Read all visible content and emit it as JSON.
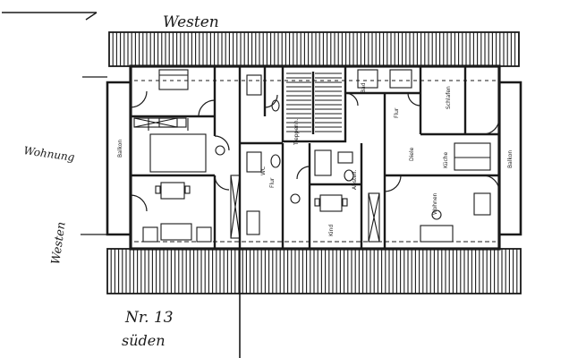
{
  "annotations": {
    "north": "Westen",
    "left_side": "Wohnung",
    "left_lower": "Westen",
    "house_number": "Nr. 13",
    "south": "süden"
  },
  "rooms": {
    "balkon_left": "Balkon",
    "balkon_right": "Balkon",
    "treppenhaus": "Treppenh.",
    "flur_left": "Flur",
    "flur_right": "Flur",
    "diele": "Diele",
    "kueche": "Küche",
    "bad": "Bad",
    "wc": "WC",
    "abstell": "Abstell.",
    "schlafen": "Schlafen",
    "wohnen": "Wohnen",
    "kind": "Kind"
  }
}
